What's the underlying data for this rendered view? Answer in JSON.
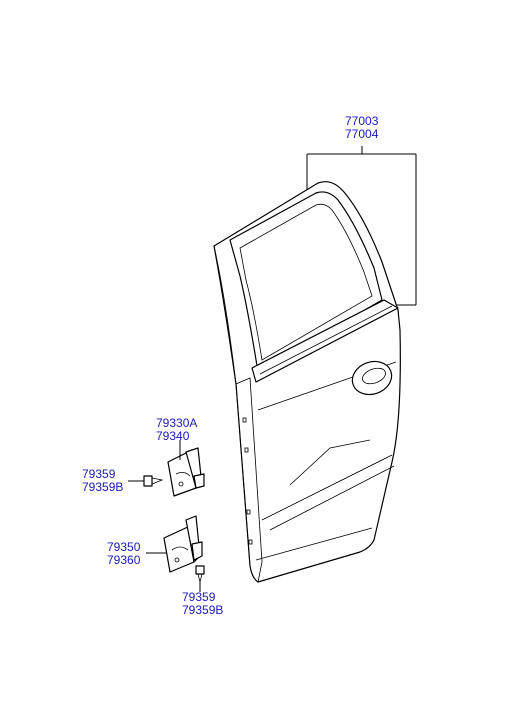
{
  "labels": {
    "door_a": "77003",
    "door_b": "77004",
    "upper_hinge_a": "79330A",
    "upper_hinge_b": "79340",
    "upper_bolt_a": "79359",
    "upper_bolt_b": "79359B",
    "lower_hinge_a": "79350",
    "lower_hinge_b": "79360",
    "lower_bolt_a": "79359",
    "lower_bolt_b": "79359B"
  },
  "colors": {
    "label": "#1a1ab4",
    "line": "#000000",
    "background": "#ffffff"
  }
}
